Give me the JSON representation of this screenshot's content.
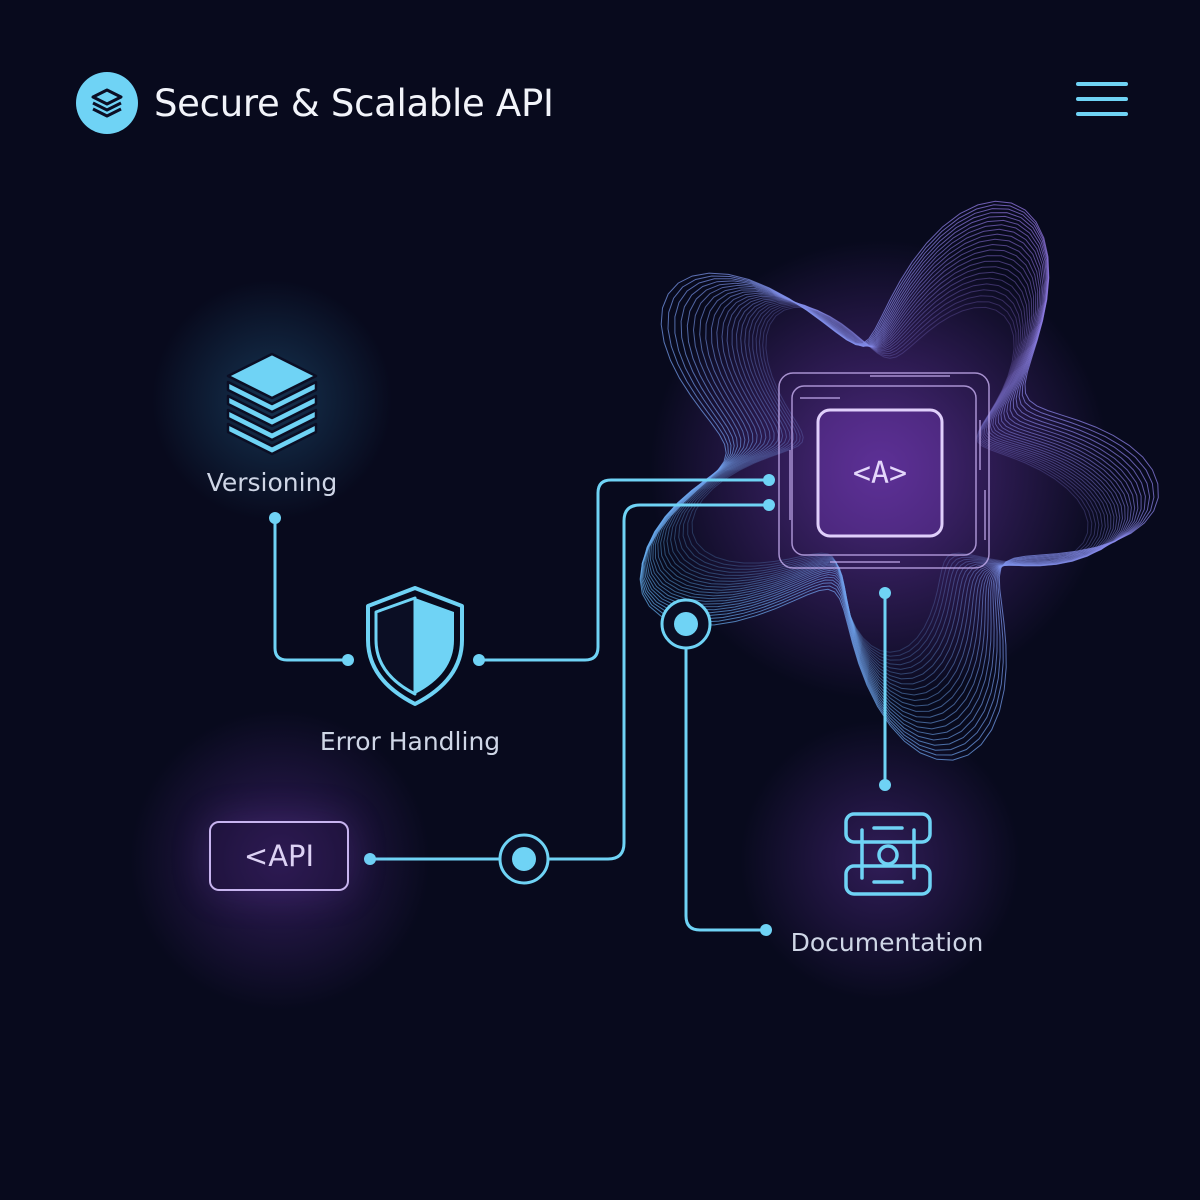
{
  "header": {
    "title": "Secure & Scalable API",
    "logo_icon": "layers-icon",
    "menu_icon": "hamburger-menu-icon"
  },
  "nodes": {
    "versioning": {
      "label": "Versioning",
      "icon": "stack-layers-icon"
    },
    "error_handling": {
      "label": "Error Handling",
      "icon": "shield-icon"
    },
    "api": {
      "label": "<API"
    },
    "core": {
      "label": "<A>",
      "icon": "chip-icon"
    },
    "documentation": {
      "label": "Documentation",
      "icon": "document-scan-icon"
    }
  },
  "colors": {
    "background": "#080a1d",
    "accent_cyan": "#6fd3f5",
    "accent_purple": "#a56cf0",
    "text": "#e8ecf6"
  }
}
